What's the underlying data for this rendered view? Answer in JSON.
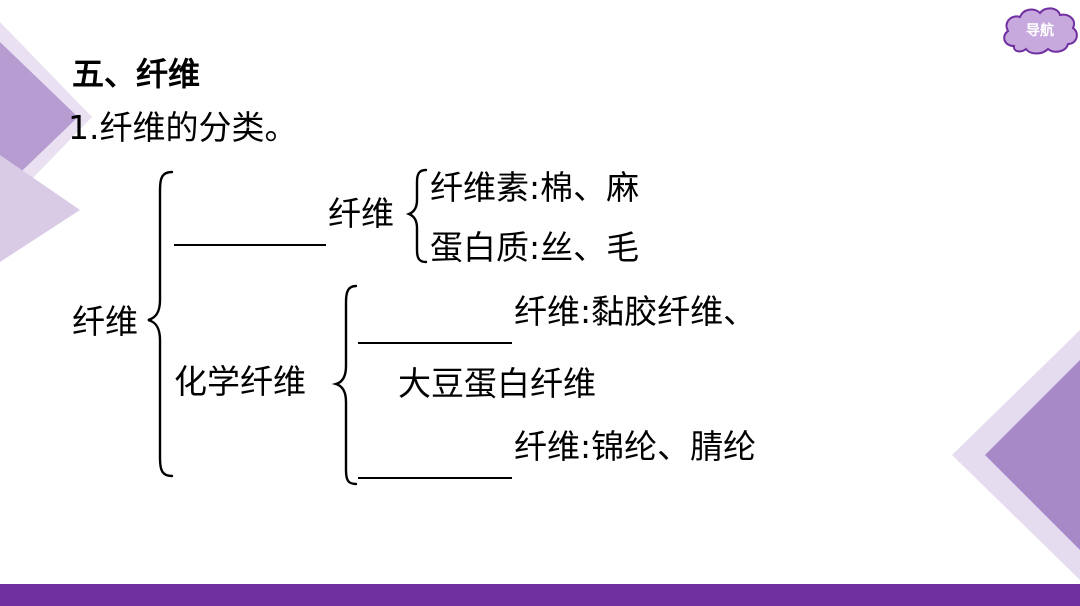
{
  "slide": {
    "section_title": "五、纤维",
    "subtitle": "1.纤维的分类。",
    "nav_label": "导航",
    "colors": {
      "accent": "#7030a0",
      "deco_light": "#e6dcef",
      "deco_mid": "#b79cd2",
      "nav_fill": "#c7a9de",
      "nav_stroke": "#7030a0"
    }
  },
  "tree": {
    "root": "纤维",
    "natural_suffix": "纤维",
    "natural_children": [
      "纤维素:棉、麻",
      "蛋白质:丝、毛"
    ],
    "chemical_label": "化学纤维",
    "chemical_child_1_line1": "纤维:黏胶纤维、",
    "chemical_child_1_line2": "大豆蛋白纤维",
    "chemical_child_2": "纤维:锦纶、腈纶"
  }
}
